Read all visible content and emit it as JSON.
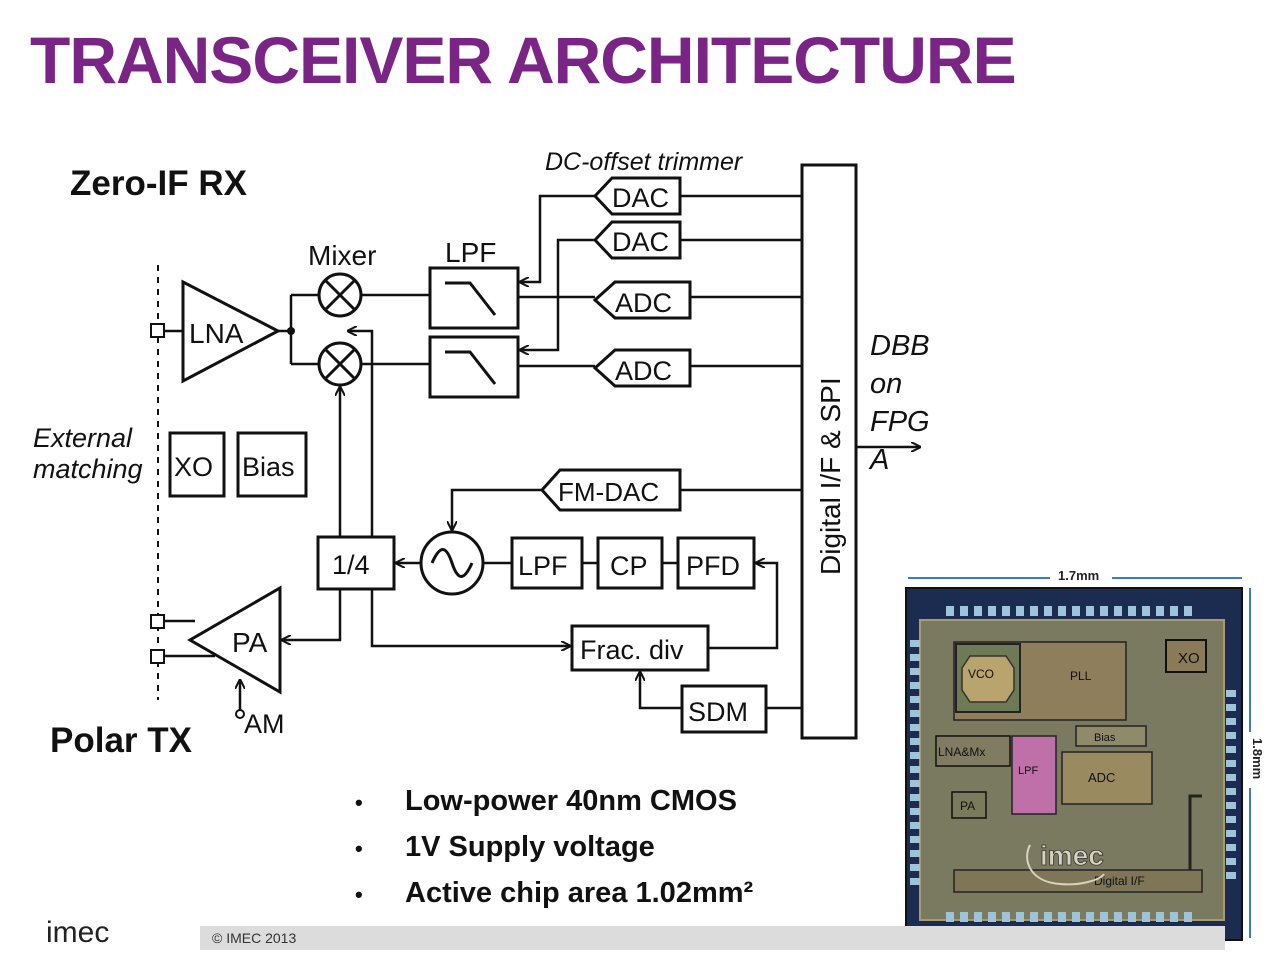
{
  "slide": {
    "title": "TRANSCEIVER ARCHITECTURE"
  },
  "diagram": {
    "sections": {
      "rx": "Zero-IF RX",
      "tx": "Polar TX"
    },
    "labels": {
      "dc_offset": "DC-offset trimmer",
      "mixer": "Mixer",
      "lpf_header": "LPF",
      "external_matching_1": "External",
      "external_matching_2": "matching",
      "am": "AM",
      "dbb_1": "DBB",
      "dbb_2": "on",
      "dbb_3": "FPG",
      "dbb_4": "A"
    },
    "blocks": {
      "lna": "LNA",
      "pa": "PA",
      "dac_top": "DAC",
      "dac_bottom": "DAC",
      "adc_top": "ADC",
      "adc_bottom": "ADC",
      "fm_dac": "FM-DAC",
      "divider": "1/4",
      "lpf_pll": "LPF",
      "cp": "CP",
      "pfd": "PFD",
      "frac_div": "Frac. div",
      "sdm": "SDM",
      "xo": "XO",
      "bias": "Bias",
      "digital_if": "Digital I/F & SPI"
    }
  },
  "bullets": [
    "Low-power 40nm CMOS",
    "1V Supply voltage",
    "Active chip area 1.02mm²"
  ],
  "bullet_symbol": "•",
  "die_photo": {
    "width_label": "1.7mm",
    "height_label": "1.8mm",
    "blocks": {
      "vco": "VCO",
      "pll": "PLL",
      "xo": "XO",
      "lna_mx": "LNA&Mx",
      "lpf": "LPF",
      "bias": "Bias",
      "adc": "ADC",
      "pa": "PA",
      "digital_if": "Digital I/F"
    },
    "logo": "imec"
  },
  "footer": {
    "copyright": "© IMEC 2013",
    "logo": "imec"
  },
  "colors": {
    "title": "#7a2485",
    "die_bg": "#1c2c50",
    "die_core": "#7a7a60",
    "dimension": "#3a7cc0"
  }
}
